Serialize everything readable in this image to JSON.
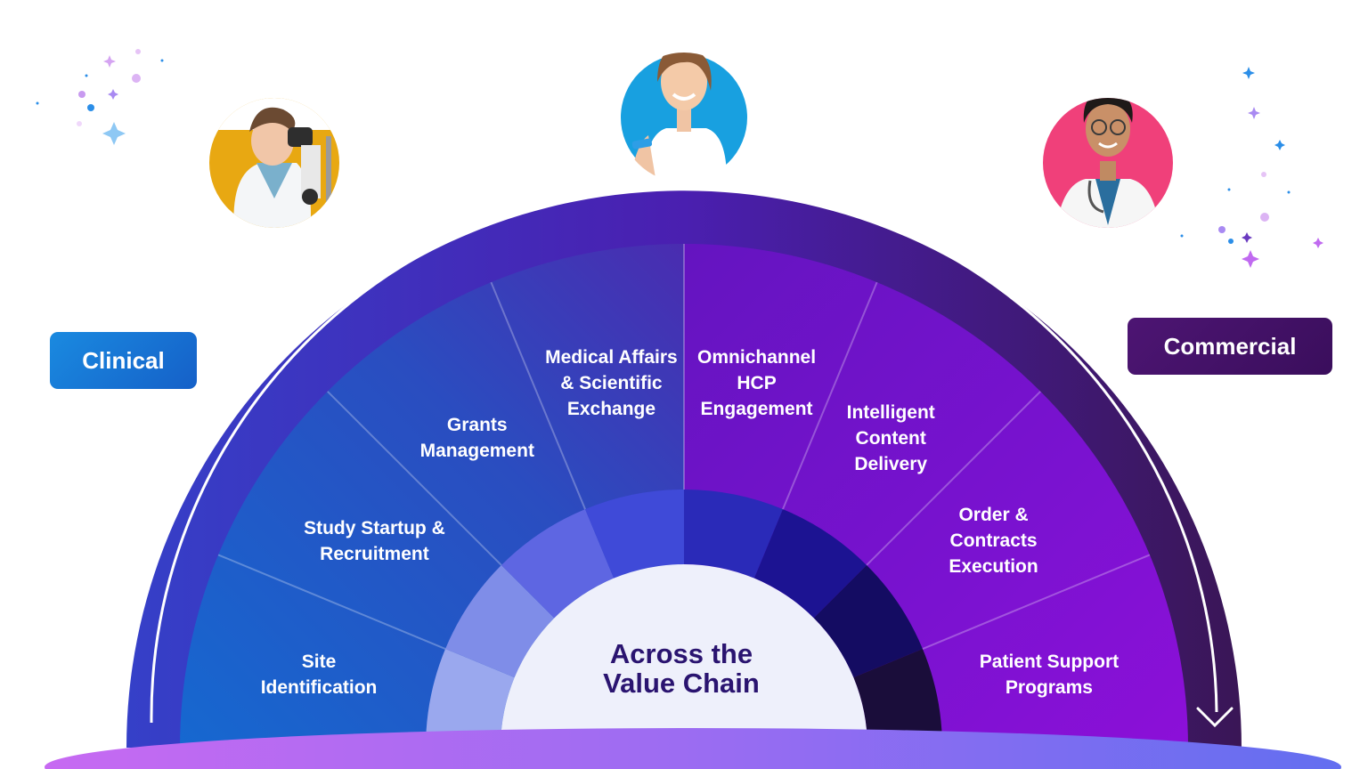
{
  "labels": {
    "clinical": "Clinical",
    "commercial": "Commercial",
    "center_line1": "Across the",
    "center_line2": "Value Chain"
  },
  "segments": [
    {
      "lines": [
        "Site",
        "Identification"
      ]
    },
    {
      "lines": [
        "Study Startup &",
        "Recruitment"
      ]
    },
    {
      "lines": [
        "Grants",
        "Management"
      ]
    },
    {
      "lines": [
        "Medical Affairs",
        "& Scientific",
        "Exchange"
      ]
    },
    {
      "lines": [
        "Omnichannel",
        "HCP",
        "Engagement"
      ]
    },
    {
      "lines": [
        "Intelligent",
        "Content",
        "Delivery"
      ]
    },
    {
      "lines": [
        "Order &",
        "Contracts",
        "Execution"
      ]
    },
    {
      "lines": [
        "Patient Support",
        "Programs"
      ]
    }
  ],
  "colors": {
    "clinical_blue": "#1a6fd6",
    "commercial_purple": "#8a14d8",
    "arc_outer": "#3b1f9e",
    "center_text": "#2a1470",
    "base_gradient_left": "#c36bf0",
    "base_gradient_right": "#6a6ef0"
  },
  "avatars": [
    {
      "name": "scientist-with-microscope",
      "bg": "#e8a812"
    },
    {
      "name": "patient-with-bandage",
      "bg": "#18a0e0"
    },
    {
      "name": "doctor-with-stethoscope",
      "bg": "#f0407a"
    }
  ]
}
